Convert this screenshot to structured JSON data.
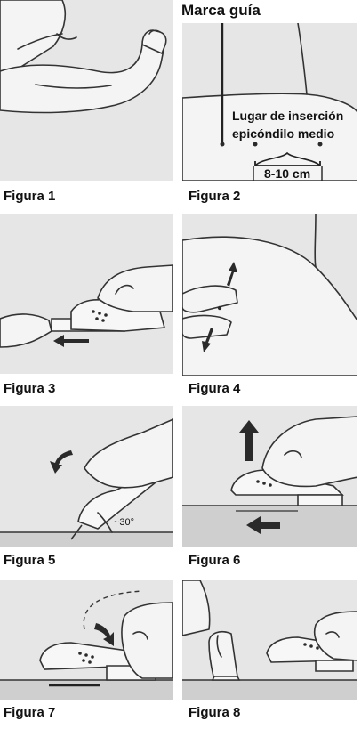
{
  "figures": [
    {
      "caption": "Figura 1"
    },
    {
      "caption": "Figura 2"
    },
    {
      "caption": "Figura 3"
    },
    {
      "caption": "Figura 4"
    },
    {
      "caption": "Figura 5"
    },
    {
      "caption": "Figura 6"
    },
    {
      "caption": "Figura 7"
    },
    {
      "caption": "Figura 8"
    }
  ],
  "figure2": {
    "guide_mark": "Marca guía",
    "site_line1": "Lugar de inserción",
    "site_line2": "epicóndilo medio",
    "distance": "8-10 cm"
  },
  "figure5": {
    "angle": "~30°"
  }
}
